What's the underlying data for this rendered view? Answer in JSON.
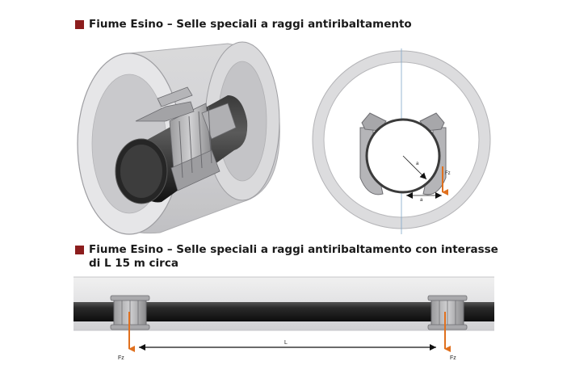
{
  "headings": {
    "first": "Fiume Esino – Selle speciali a raggi antiribaltamento",
    "second": "Fiume Esino – Selle speciali a raggi antiribaltamento con interasse di L 15 m circa"
  },
  "labels": {
    "fz": "Fz",
    "a": "a",
    "L": "L"
  },
  "colors": {
    "bullet": "#8c1d1d",
    "force_arrow": "#e0701e"
  }
}
